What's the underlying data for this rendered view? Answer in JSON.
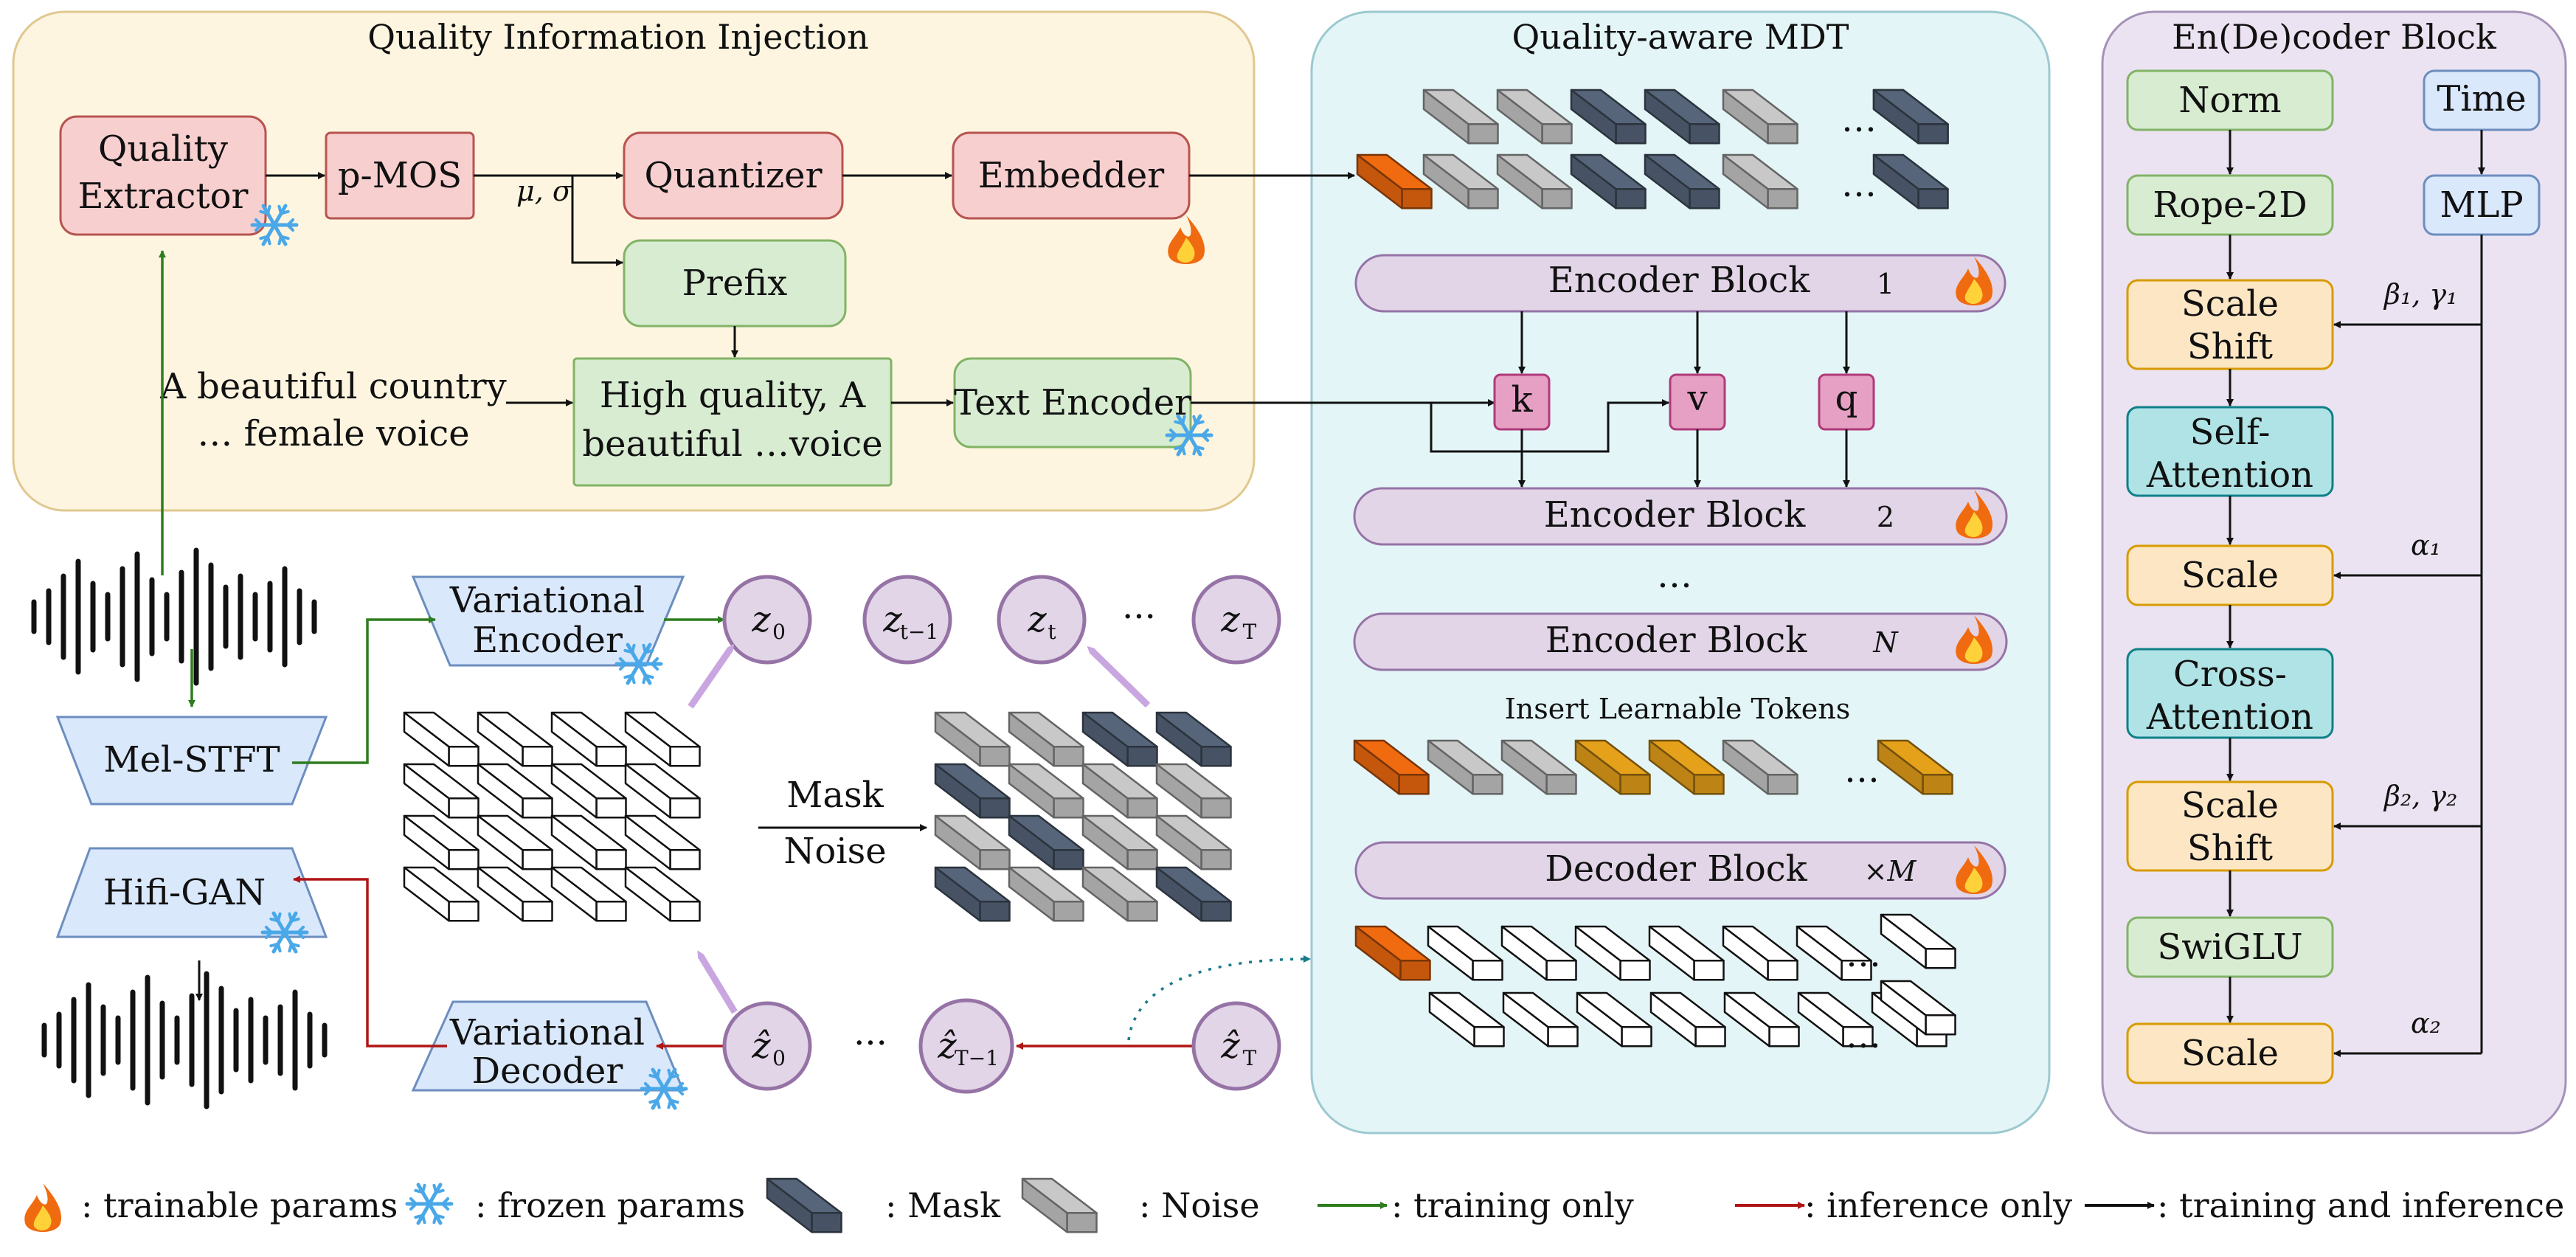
{
  "panels": {
    "qii_title": "Quality Information Injection",
    "mdt_title": "Quality-aware MDT",
    "block_title": "En(De)coder Block"
  },
  "qii": {
    "quality_extractor_line1": "Quality",
    "quality_extractor_line2": "Extractor",
    "pmos": "p-MOS",
    "mu_sigma": "μ, σ",
    "quantizer": "Quantizer",
    "embedder": "Embedder",
    "prefix": "Prefix",
    "prompt_line1": "A beautiful country",
    "prompt_line2": "… female voice",
    "hq_line1": "High quality, A",
    "hq_line2": "beautiful …voice",
    "text_encoder": "Text Encoder"
  },
  "bottom": {
    "mel_stft": "Mel-STFT",
    "hifigan": "Hifi-GAN",
    "var_enc_line1": "Variational",
    "var_enc_line2": "Encoder",
    "var_dec_line1": "Variational",
    "var_dec_line2": "Decoder",
    "z0": "z",
    "z0_sub": "0",
    "zt1": "z",
    "zt1_sub": "t−1",
    "zt": "z",
    "zt_sub": "t",
    "zT": "z",
    "zT_sub": "T",
    "dots": "···",
    "zhat0": "ẑ",
    "zhat0_sub": "0",
    "zhatT1": "ẑ",
    "zhatT1_sub": "T−1",
    "zhatT": "ẑ",
    "zhatT_sub": "T",
    "mask": "Mask",
    "noise": "Noise"
  },
  "mdt": {
    "enc1": "Encoder Block",
    "enc1_idx": "1",
    "enc2": "Encoder Block",
    "enc2_idx": "2",
    "encN": "Encoder Block",
    "encN_idx": "N",
    "vdots": "…",
    "k": "k",
    "v": "v",
    "q": "q",
    "insert_tokens": "Insert Learnable Tokens",
    "dec": "Decoder Block",
    "dec_idx": "×M",
    "dots": "…"
  },
  "block": {
    "norm": "Norm",
    "time": "Time",
    "rope": "Rope-2D",
    "mlp": "MLP",
    "scale_shift1_a": "Scale",
    "scale_shift1_b": "Shift",
    "beta1": "β₁, γ₁",
    "self_attn_a": "Self-",
    "self_attn_b": "Attention",
    "scale1": "Scale",
    "alpha1": "α₁",
    "cross_attn_a": "Cross-",
    "cross_attn_b": "Attention",
    "scale_shift2_a": "Scale",
    "scale_shift2_b": "Shift",
    "beta2": "β₂, γ₂",
    "swiglu": "SwiGLU",
    "scale2": "Scale",
    "alpha2": "α₂"
  },
  "legend": {
    "trainable": ": trainable params",
    "frozen": ": frozen params",
    "mask": ": Mask",
    "noise": ": Noise",
    "training_only": ": training only",
    "inference_only": ": inference only",
    "training_and_inference": ": training and inference"
  },
  "colors": {
    "qii_bg": "#fdf5e0",
    "mdt_bg": "#e3f5f7",
    "block_bg": "#ebe3f1",
    "red_box": "#f8cfcf",
    "green_box": "#d8ecd2",
    "blue_box": "#dae8fc",
    "orange_box": "#fde6c4",
    "teal_box": "#b0e3e6",
    "purple_bar": "#e1d5e7",
    "mask_gray": "#56657a",
    "noise_gray": "#c8c8c8",
    "orange_token": "#f06a10",
    "yellow_token": "#e6a11a",
    "train_arrow": "#2e7d1e",
    "infer_arrow": "#b01515"
  }
}
